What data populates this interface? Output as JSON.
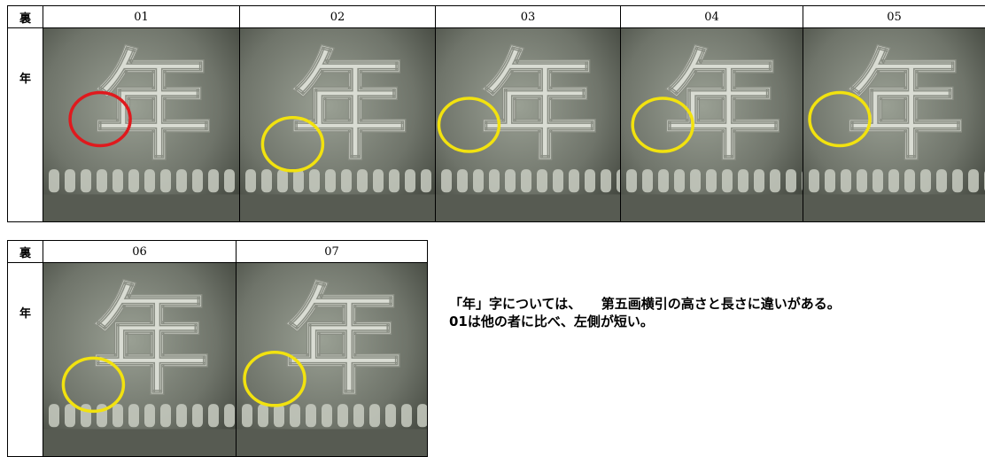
{
  "tables": [
    {
      "header_label": "裏",
      "row_label": "年",
      "columns": [
        "01",
        "02",
        "03",
        "04",
        "05"
      ],
      "circle_colors": [
        "#e0191d",
        "#f2e20f",
        "#f2e20f",
        "#f2e20f",
        "#f2e20f"
      ]
    },
    {
      "header_label": "裏",
      "row_label": "年",
      "columns": [
        "06",
        "07"
      ],
      "circle_colors": [
        "#f2e20f",
        "#f2e20f"
      ]
    }
  ],
  "note": {
    "line1": "「年」字については、　　第五画横引の高さと長さに違いがある。",
    "line2": "01は他の者に比べ、左側が短い。"
  }
}
